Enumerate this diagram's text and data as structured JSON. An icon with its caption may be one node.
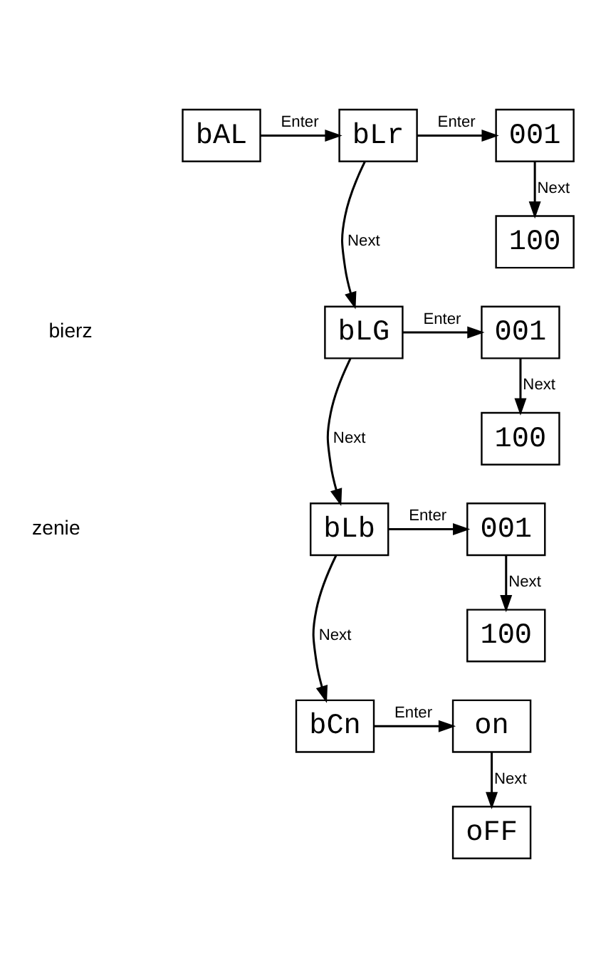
{
  "diagram": {
    "nodes": [
      {
        "text": [
          "bAL"
        ]
      },
      {
        "text": [
          "bLr"
        ]
      },
      {
        "text": [
          "001"
        ]
      },
      {
        "text": [
          "100"
        ]
      },
      {
        "text": [
          "bLG"
        ]
      },
      {
        "text": [
          "001"
        ]
      },
      {
        "text": [
          "100"
        ]
      },
      {
        "text": [
          "bLb"
        ]
      },
      {
        "text": [
          "001"
        ]
      },
      {
        "text": [
          "100"
        ]
      },
      {
        "text": [
          "bCn"
        ]
      },
      {
        "text": [
          "on"
        ]
      },
      {
        "text": [
          "oFF"
        ]
      }
    ],
    "edges": [
      {
        "from": 0,
        "to": 1,
        "arrow": "to",
        "label": "Enter"
      },
      {
        "from": 1,
        "to": 2,
        "arrow": "to",
        "label": "Enter"
      },
      {
        "from": 2,
        "to": 3,
        "arrow": "to",
        "label": "Next"
      },
      {
        "from": 1,
        "to": 4,
        "arrow": "to",
        "label": "Next"
      },
      {
        "from": 4,
        "to": 5,
        "arrow": "to",
        "label": "Enter"
      },
      {
        "from": 5,
        "to": 6,
        "arrow": "to",
        "label": "Next"
      },
      {
        "from": 4,
        "to": 7,
        "arrow": "to",
        "label": "Next"
      },
      {
        "from": 7,
        "to": 8,
        "arrow": "to",
        "label": "Enter"
      },
      {
        "from": 8,
        "to": 9,
        "arrow": "to",
        "label": "Next"
      },
      {
        "from": 7,
        "to": 10,
        "arrow": "to",
        "label": "Next"
      },
      {
        "from": 10,
        "to": 11,
        "arrow": "to",
        "label": "Enter"
      },
      {
        "from": 11,
        "to": 12,
        "arrow": "to",
        "label": "Next"
      }
    ],
    "labels": [
      "bierz",
      "zenie"
    ]
  }
}
